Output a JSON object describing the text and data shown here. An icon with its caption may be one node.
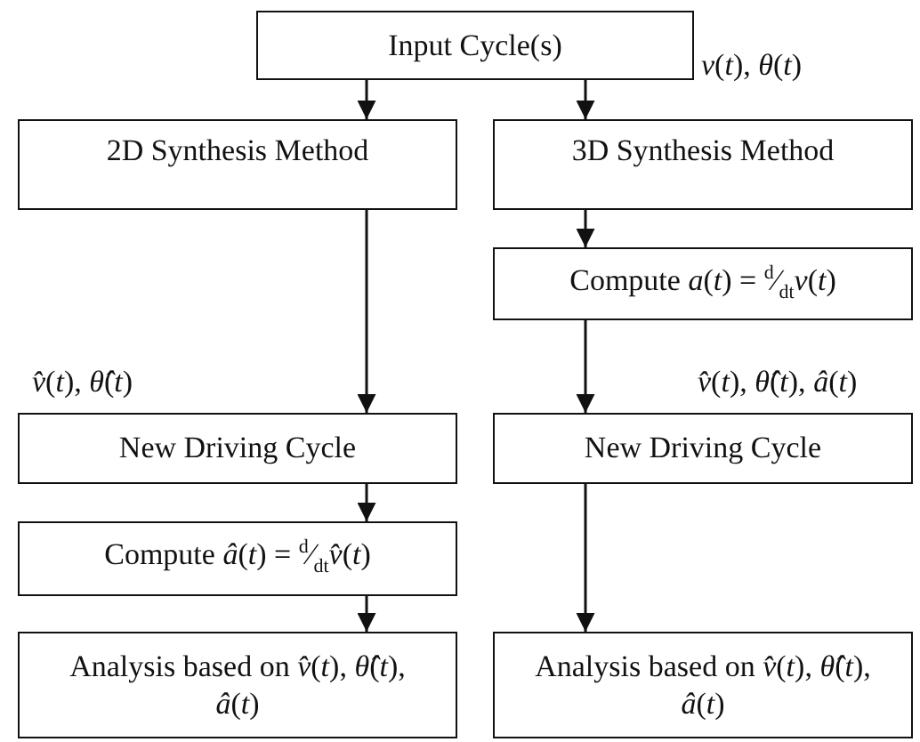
{
  "diagram": {
    "nodes": [
      {
        "text": [
          "Input Cycle(s)"
        ],
        "beside": [
          "*v*(*t*), *θ*(*t*)"
        ]
      },
      {
        "text": [
          "2D Synthesis Method"
        ]
      },
      {
        "text": [
          "3D Synthesis Method"
        ]
      },
      {
        "text": [
          "Compute *a*(*t*) = $^{d}$⁄$_{dt}$*v*(*t*)"
        ]
      },
      {
        "text": [
          "New Driving Cycle"
        ],
        "beside": [
          "*v̂*(*t*), *θ̂*(*t*)"
        ]
      },
      {
        "text": [
          "New Driving Cycle"
        ],
        "beside": [
          "*v̂*(*t*), *θ̂*(*t*), *â*(*t*)"
        ]
      },
      {
        "text": [
          "Compute *â*(*t*) = $^{d}$⁄$_{dt}$*v̂*(*t*)"
        ]
      },
      {
        "text": [
          "Analysis based on *v̂*(*t*), *θ̂*(*t*), *â*(*t*)"
        ]
      },
      {
        "text": [
          "Analysis based on *v̂*(*t*), *θ̂*(*t*), *â*(*t*)"
        ]
      }
    ],
    "edges": [
      {
        "from": 0,
        "to": 1,
        "arrow": "to"
      },
      {
        "from": 0,
        "to": 2,
        "arrow": "to"
      },
      {
        "from": 2,
        "to": 3,
        "arrow": "to"
      },
      {
        "from": 1,
        "to": 4,
        "arrow": "to"
      },
      {
        "from": 3,
        "to": 5,
        "arrow": "to"
      },
      {
        "from": 4,
        "to": 6,
        "arrow": "to"
      },
      {
        "from": 6,
        "to": 7,
        "arrow": "to"
      },
      {
        "from": 5,
        "to": 8,
        "arrow": "to"
      }
    ]
  }
}
